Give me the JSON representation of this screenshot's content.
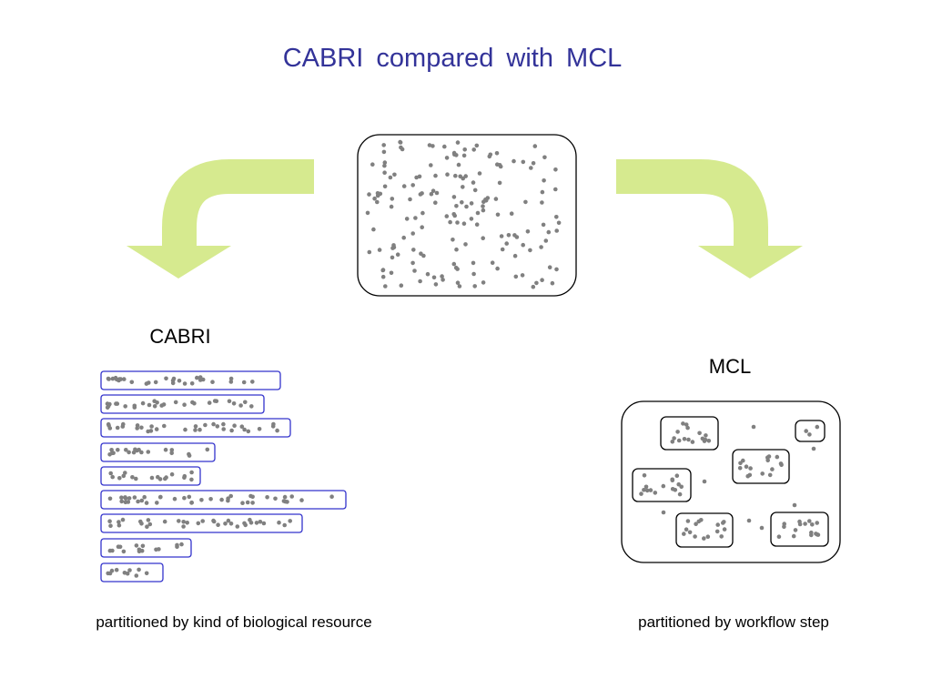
{
  "slide": {
    "title": "CABRI compared with MCL",
    "left_label": "CABRI",
    "right_label": "MCL",
    "left_caption": "partitioned by kind of biological resource",
    "right_caption": "partitioned by workflow step"
  },
  "colors": {
    "title": "#333399",
    "arrow": "#d6ea8f",
    "dot": "#808080",
    "cabri_partition_border": "#3333cc",
    "box_border": "#000000"
  },
  "icons": {
    "left_arrow": "curved-arrow-down-left-icon",
    "right_arrow": "curved-arrow-down-right-icon"
  }
}
